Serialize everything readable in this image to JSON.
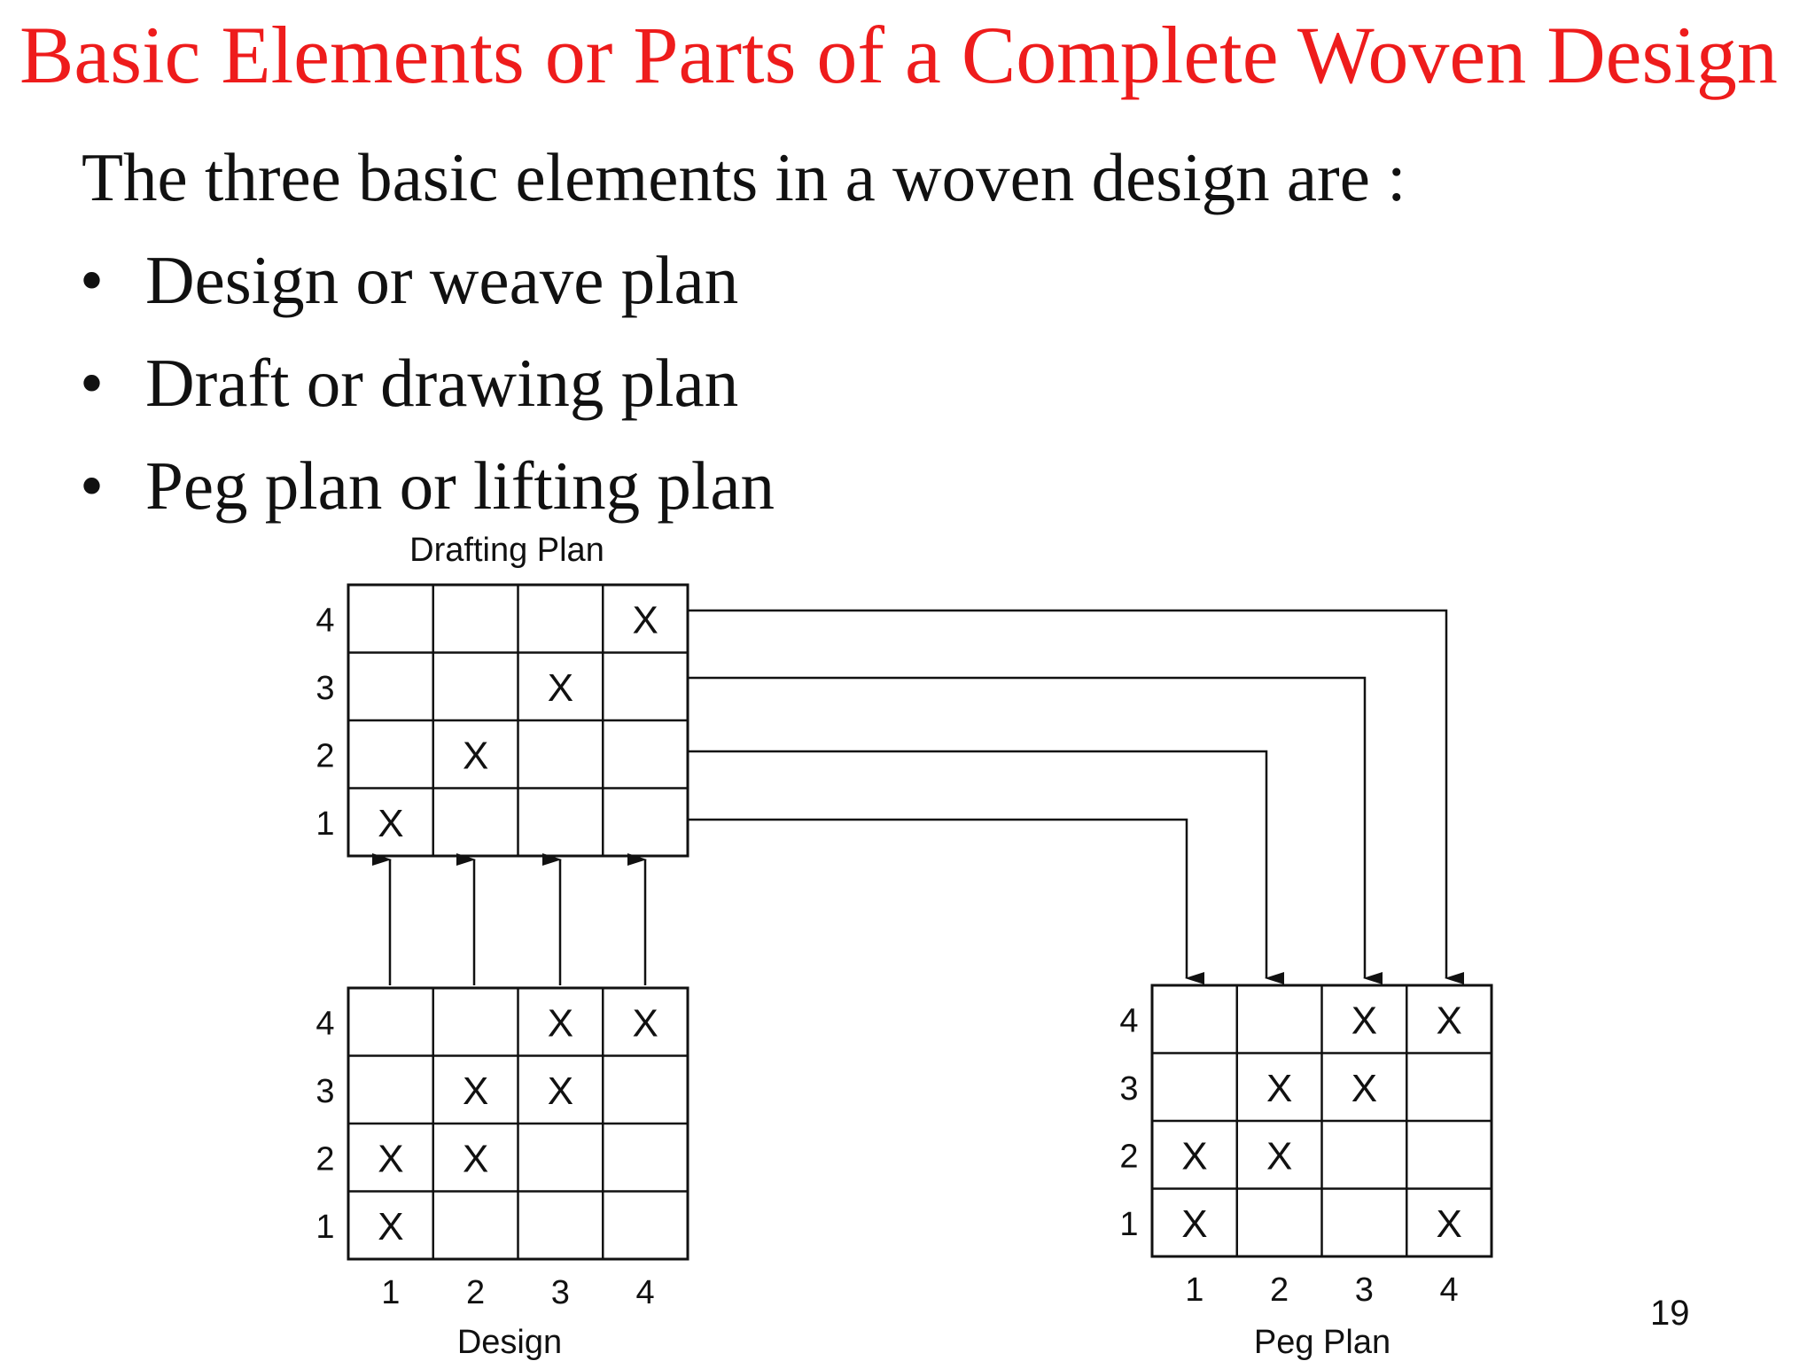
{
  "slide": {
    "title": "Basic Elements or Parts of a Complete Woven Design",
    "intro": "The three basic elements in a woven design are :",
    "bullets": [
      "Design or weave plan",
      "Draft or drawing plan",
      "Peg plan or lifting plan"
    ],
    "bullet_glyph": "•",
    "page_number": "19",
    "title_color": "#ee1c1c"
  },
  "diagram": {
    "mark": "X",
    "drafting_plan": {
      "title": "Drafting Plan",
      "row_labels": [
        "4",
        "3",
        "2",
        "1"
      ],
      "cells": [
        [
          "",
          "",
          "",
          "X"
        ],
        [
          "",
          "",
          "X",
          ""
        ],
        [
          "",
          "X",
          "",
          ""
        ],
        [
          "X",
          "",
          "",
          ""
        ]
      ]
    },
    "design": {
      "title": "Design",
      "row_labels": [
        "4",
        "3",
        "2",
        "1"
      ],
      "col_labels": [
        "1",
        "2",
        "3",
        "4"
      ],
      "cells": [
        [
          "",
          "",
          "X",
          "X"
        ],
        [
          "",
          "X",
          "X",
          ""
        ],
        [
          "X",
          "X",
          "",
          ""
        ],
        [
          "X",
          "",
          "",
          ""
        ]
      ]
    },
    "peg_plan": {
      "title": "Peg Plan",
      "row_labels": [
        "4",
        "3",
        "2",
        "1"
      ],
      "col_labels": [
        "1",
        "2",
        "3",
        "4"
      ],
      "cells": [
        [
          "",
          "",
          "X",
          "X"
        ],
        [
          "",
          "X",
          "X",
          ""
        ],
        [
          "X",
          "X",
          "",
          ""
        ],
        [
          "X",
          "",
          "",
          "X"
        ]
      ]
    }
  }
}
